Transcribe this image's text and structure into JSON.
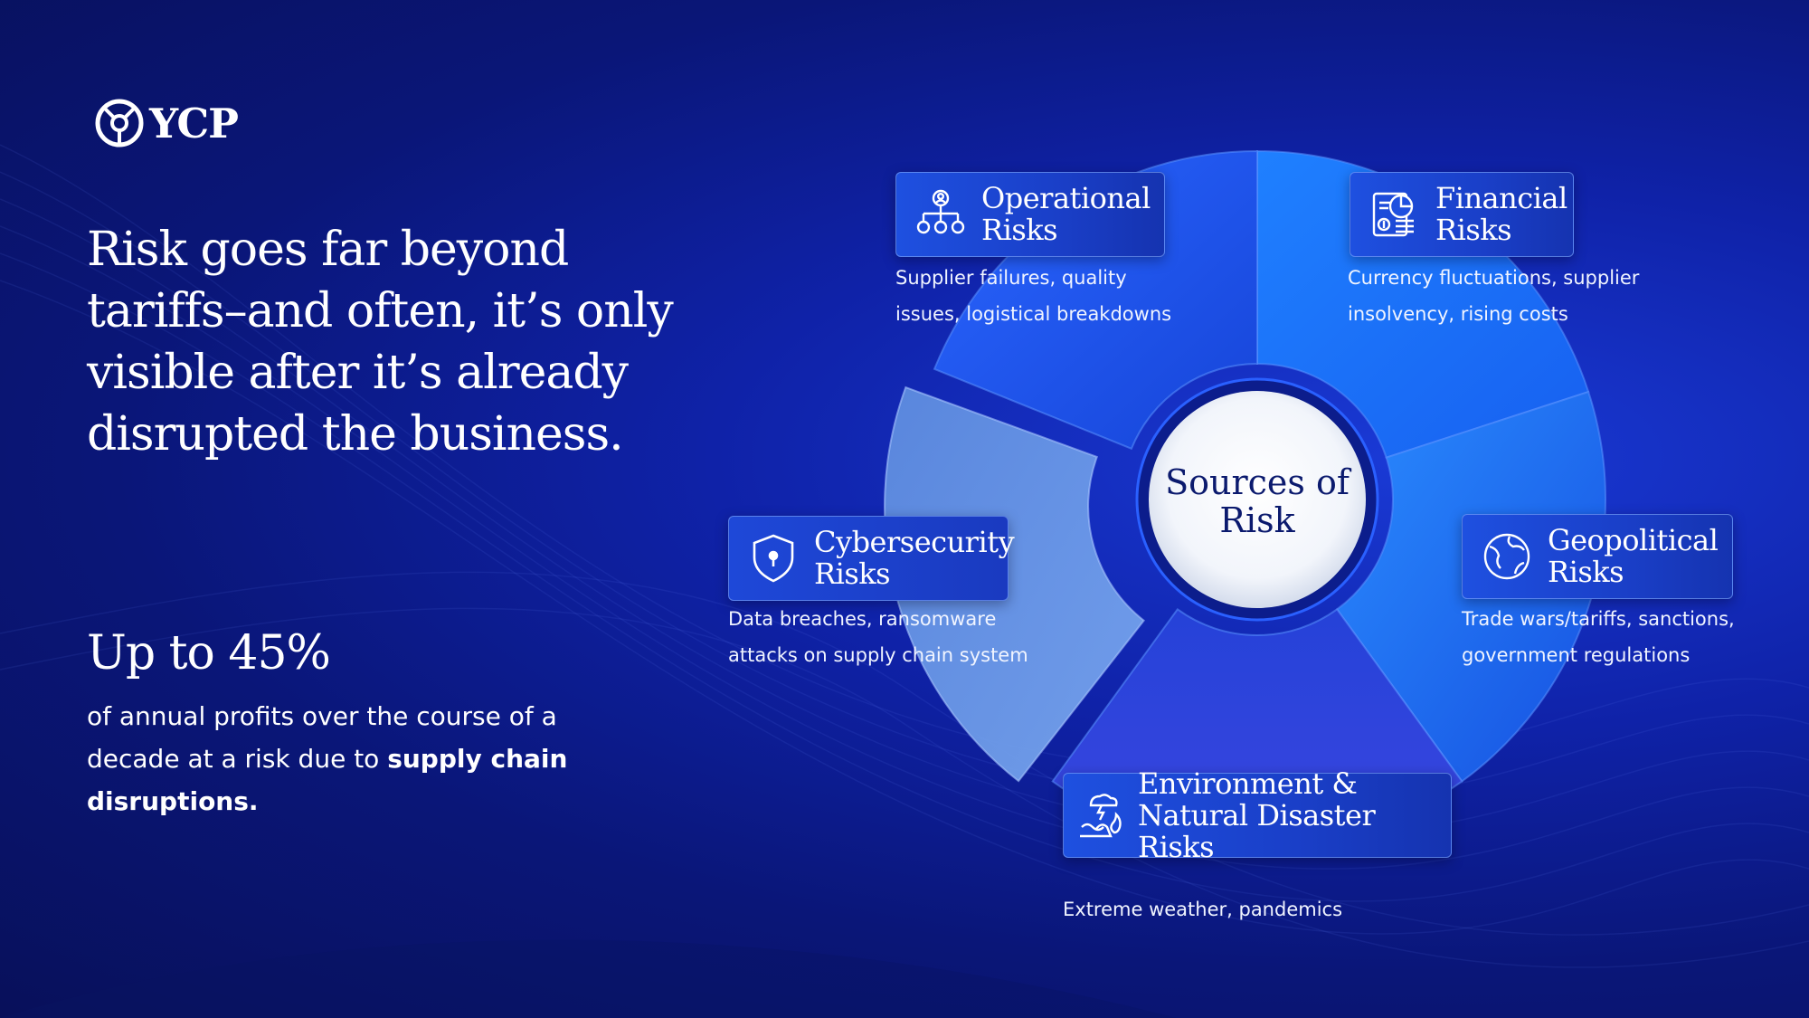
{
  "brand": {
    "name": "YCP"
  },
  "headline": "Risk goes far beyond tariffs–and often, it’s only visible after it’s already disrupted the business.",
  "stat": {
    "value": "Up to 45%",
    "text_prefix": "of annual profits over the course of a decade at a risk due to ",
    "text_bold": "supply chain disruptions."
  },
  "diagram": {
    "center": "Sources of Risk",
    "risks": [
      {
        "title": "Operational Risks",
        "description": "Supplier failures, quality issues, logistical breakdowns",
        "icon": "org-chart-icon"
      },
      {
        "title": "Financial Risks",
        "description": "Currency fluctuations, supplier insolvency, rising costs",
        "icon": "financial-report-icon"
      },
      {
        "title": "Geopolitical Risks",
        "description": "Trade wars/tariffs, sanctions, government regulations",
        "icon": "globe-icon"
      },
      {
        "title": "Environment & Natural Disaster Risks",
        "description": "Extreme weather, pandemics",
        "icon": "natural-disaster-icon"
      },
      {
        "title": "Cybersecurity Risks",
        "description": "Data breaches, ransomware attacks on supply chain system",
        "icon": "shield-lock-icon"
      }
    ]
  },
  "colors": {
    "segment_operational": "#1f56f0",
    "segment_financial": "#1a78ff",
    "segment_geopolitical": "#1f6cf5",
    "segment_environment": "#2a3fd0",
    "segment_cybersecurity": "#6a9ae8"
  }
}
